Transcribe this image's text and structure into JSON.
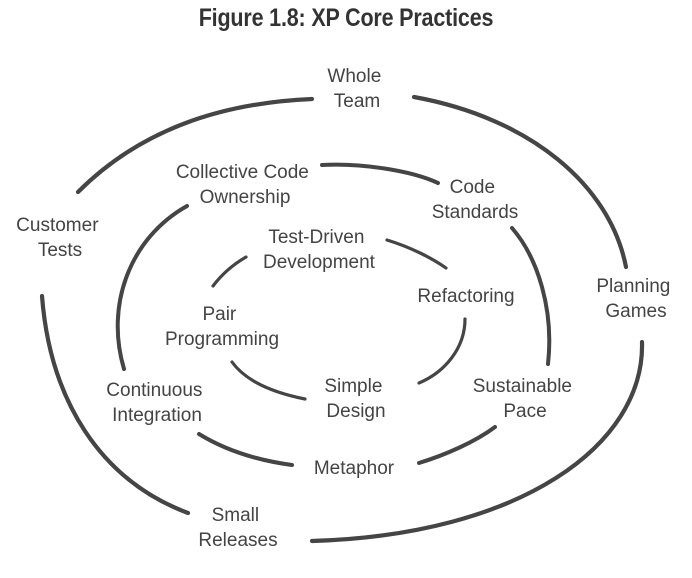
{
  "title": "Figure 1.8: XP Core Practices",
  "outer_ring": {
    "whole_team": [
      "Whole",
      "Team"
    ],
    "planning_games": [
      "Planning",
      "Games"
    ],
    "small_releases": [
      "Small",
      "Releases"
    ],
    "customer_tests": [
      "Customer",
      "Tests"
    ]
  },
  "middle_ring": {
    "collective_code_ownership": [
      "Collective Code",
      "Ownership"
    ],
    "code_standards": [
      "Code",
      "Standards"
    ],
    "sustainable_pace": [
      "Sustainable",
      "Pace"
    ],
    "metaphor": [
      "Metaphor"
    ],
    "continuous_integration": [
      "Continuous",
      "Integration"
    ]
  },
  "inner_ring": {
    "test_driven_development": [
      "Test-Driven",
      "Development"
    ],
    "refactoring": [
      "Refactoring"
    ],
    "simple_design": [
      "Simple",
      "Design"
    ],
    "pair_programming": [
      "Pair",
      "Programming"
    ]
  },
  "colors": {
    "line": "#454545",
    "text": "#444444",
    "title": "#333333",
    "background": "#ffffff"
  }
}
